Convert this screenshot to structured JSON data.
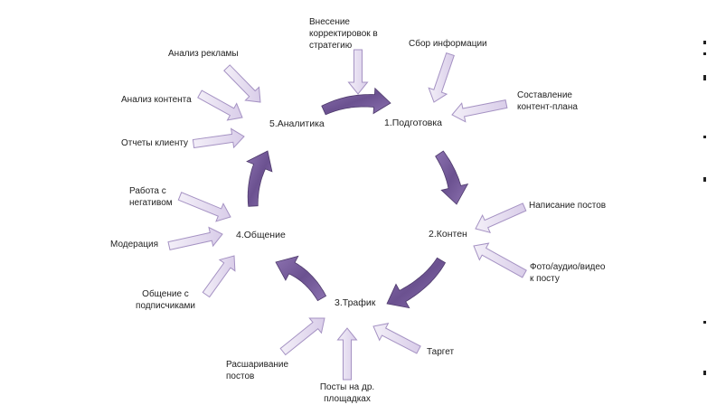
{
  "stages": {
    "s1": "1.Подготовка",
    "s2": "2.Контен",
    "s3": "3.Трафик",
    "s4": "4.Общение",
    "s5": "5.Аналитика"
  },
  "inputs": {
    "vnesenie": [
      "Внесение",
      "корректировок в",
      "стратегию"
    ],
    "sbor": "Сбор информации",
    "sostavlenie": [
      "Составление",
      "контент-плана"
    ],
    "napisanie": "Написание постов",
    "foto": [
      "Фото/аудио/видео",
      "к посту"
    ],
    "target": "Таргет",
    "posty": [
      "Посты на др.",
      "площадках"
    ],
    "rasshar": [
      "Расшаривание",
      "постов"
    ],
    "obshenie": [
      "Общение с",
      "подписчиками"
    ],
    "moderacia": "Модерация",
    "rabota": [
      "Работа с",
      "негативом"
    ],
    "otchety": "Отчеты клиенту",
    "analiz_kontenta": "Анализ контента",
    "analiz_reklamy": "Анализ рекламы"
  },
  "colors": {
    "cycle_arrow_dark": "#6b5190",
    "cycle_arrow_light": "#b9a6d2",
    "input_arrow_fill": "#e4dcef",
    "input_arrow_stroke": "#a592c3"
  }
}
